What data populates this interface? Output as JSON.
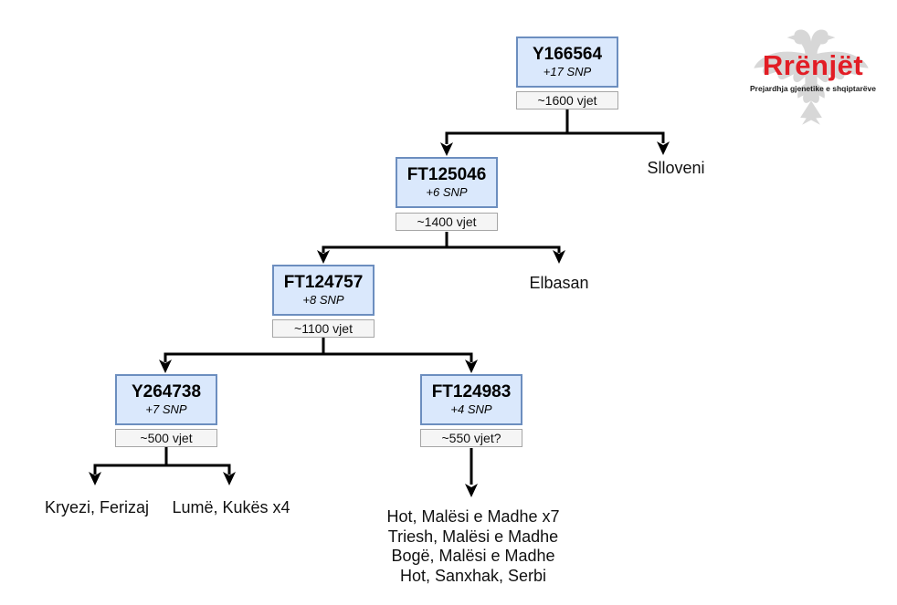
{
  "logo": {
    "title": "Rrënjët",
    "tagline": "Prejardhja gjenetike e shqiptarëve",
    "eagle_icon": "albanian-double-headed-eagle",
    "brand_red": "#e21d25",
    "eagle_gray": "#d7d7d7"
  },
  "tree": {
    "root": "Y166564",
    "nodes": [
      {
        "id": "Y166564",
        "snp": "+17 SNP",
        "age": "~1600 vjet",
        "children": [
          "FT125046",
          "Slloveni"
        ]
      },
      {
        "id": "FT125046",
        "snp": "+6 SNP",
        "age": "~1400 vjet",
        "children": [
          "FT124757",
          "Elbasan"
        ]
      },
      {
        "id": "FT124757",
        "snp": "+8 SNP",
        "age": "~1100 vjet",
        "children": [
          "Y264738",
          "FT124983"
        ]
      },
      {
        "id": "Y264738",
        "snp": "+7 SNP",
        "age": "~500 vjet",
        "children": [
          "Kryezi, Ferizaj",
          "Lumë, Kukës x4"
        ]
      },
      {
        "id": "FT124983",
        "snp": "+4 SNP",
        "age": "~550 vjet?",
        "children": [
          "Hot / Triesh / Bogë group"
        ]
      }
    ],
    "leaves": {
      "slloveni": "Slloveni",
      "elbasan": "Elbasan",
      "kryezi": "Kryezi, Ferizaj",
      "lume": "Lumë, Kukës x4",
      "ft124983_group": [
        "Hot, Malësi e Madhe x7",
        "Triesh, Malësi e Madhe",
        "Bogë, Malësi e Madhe",
        "Hot, Sanxhak, Serbi"
      ]
    },
    "colors": {
      "node_fill": "#dae8fc",
      "node_border": "#6c8ebf",
      "age_fill": "#f5f5f5",
      "age_border": "#a6a6a6",
      "connector": "#000000"
    }
  }
}
